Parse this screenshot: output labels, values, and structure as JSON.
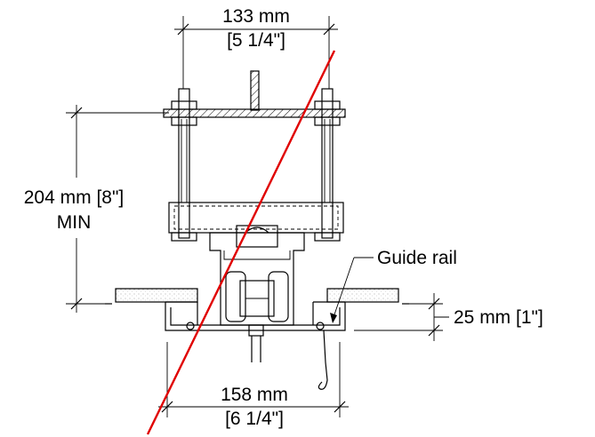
{
  "dimensions": {
    "top_width": {
      "line1": "133 mm",
      "line2": "[5 1/4\"]"
    },
    "height": {
      "line1": "204 mm [8\"]",
      "line2": "MIN"
    },
    "gap": {
      "line1": "25 mm [1\"]"
    },
    "bottom_width": {
      "line1": "158 mm",
      "line2": "[6 1/4\"]"
    }
  },
  "callouts": {
    "guide_rail": "Guide rail"
  },
  "colors": {
    "line": "#000000",
    "cut_line": "#e00000",
    "background": "#ffffff"
  }
}
